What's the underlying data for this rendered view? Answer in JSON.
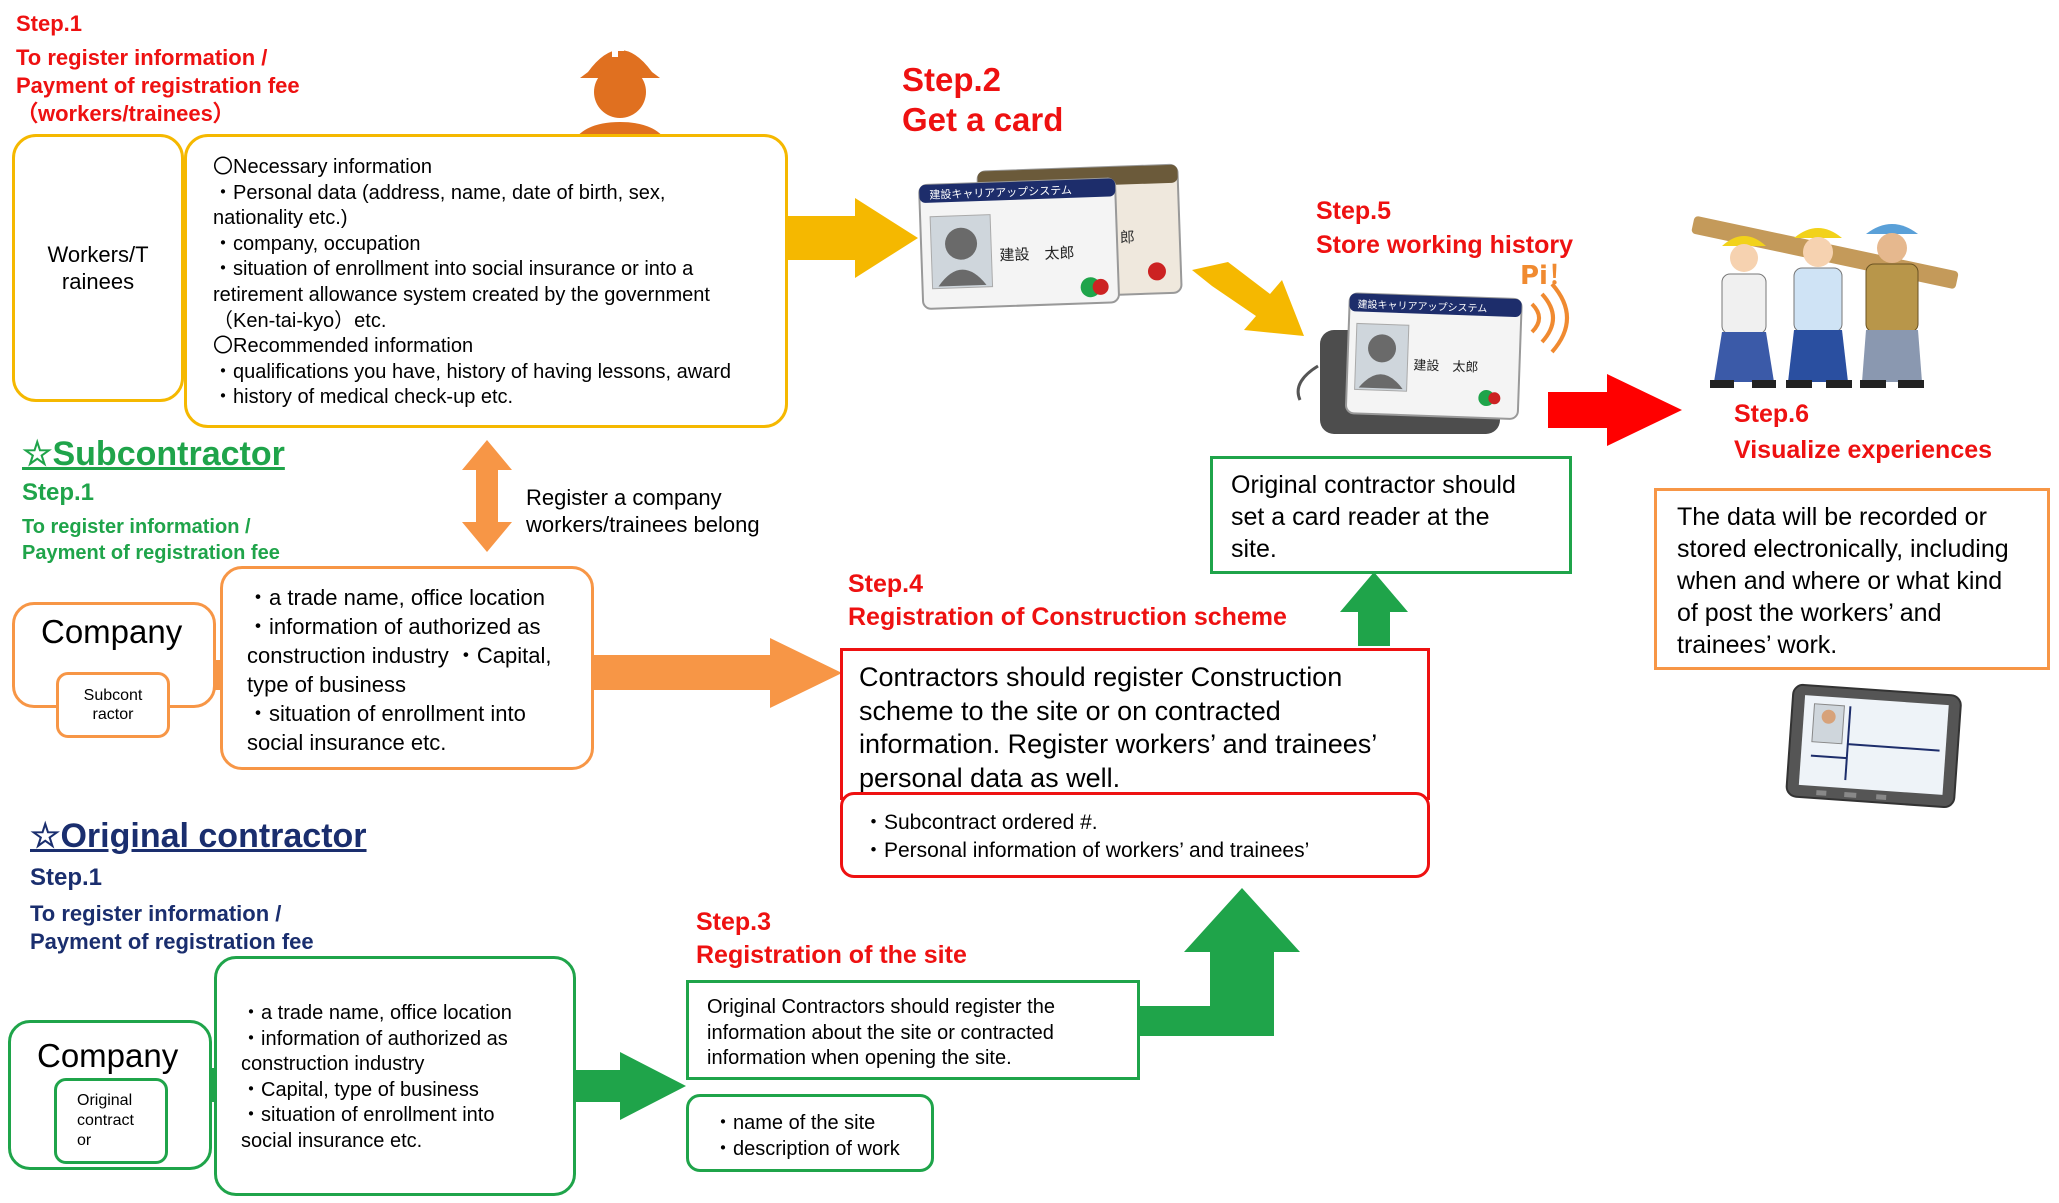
{
  "worker": {
    "step": "Step.1",
    "title_lines": [
      "To register information /",
      "Payment of registration fee",
      "（workers/trainees）"
    ],
    "entity_lines": [
      "Workers/T",
      "rainees"
    ],
    "info_lines": [
      "〇Necessary information",
      "・Personal data (address, name, date of birth, sex,",
      "nationality etc.)",
      "・company, occupation",
      "・situation of enrollment into social insurance or into a",
      "retirement allowance system created by the government",
      "（Ken-tai-kyo）etc.",
      "〇Recommended information",
      "・qualifications you have, history of having lessons, award",
      "・history of medical check-up etc."
    ]
  },
  "subcontractor": {
    "heading": "☆Subcontractor",
    "step": "Step.1",
    "title_lines": [
      "To register information /",
      "Payment of registration fee"
    ],
    "link_lines": [
      "Register a company",
      "workers/trainees belong"
    ],
    "company_label": "Company",
    "role_lines": [
      "Subcont",
      "ractor"
    ],
    "info_lines": [
      "・a trade name, office location",
      "・information of authorized as",
      "construction industry ・Capital,",
      "type of business",
      "・situation of enrollment into",
      "social insurance  etc."
    ]
  },
  "original": {
    "heading": "☆Original contractor",
    "step": "Step.1",
    "title_lines": [
      "To register information /",
      "Payment of registration fee"
    ],
    "company_label": "Company",
    "role_lines": [
      "Original",
      "contract",
      "or"
    ],
    "info_lines": [
      "・a trade name, office location",
      "・information of authorized as",
      "construction industry",
      "・Capital, type of business",
      "・situation of enrollment into",
      "social insurance  etc."
    ]
  },
  "step2": {
    "step": "Step.2",
    "title": "Get a card"
  },
  "card": {
    "system_name": "建設キャリアアップシステム",
    "holder_name": "建設　太郎"
  },
  "step3": {
    "step": "Step.3",
    "title": "Registration of the site",
    "desc_lines": [
      "Original Contractors should register the",
      "information about the site or contracted",
      "information when opening the site."
    ],
    "item_lines": [
      "・name of the site",
      "・description of work"
    ]
  },
  "step4": {
    "step": "Step.4",
    "title": "Registration of Construction scheme",
    "desc_lines": [
      "Contractors should register Construction",
      "scheme to the site or on contracted",
      "information. Register workers’ and trainees’",
      "personal data as well."
    ],
    "item_lines": [
      "・Subcontract ordered #.",
      "・Personal information of workers’ and trainees’"
    ]
  },
  "step5": {
    "step": "Step.5",
    "title": "Store working history",
    "beep": "Pi！",
    "note_lines": [
      "Original contractor should",
      "set a card reader at the",
      "site."
    ]
  },
  "step6": {
    "step": "Step.6",
    "title": "Visualize experiences",
    "note_lines": [
      "The data will be recorded or",
      "stored electronically, including",
      "when and where or what kind",
      "of post the workers’ and",
      "trainees’ work."
    ]
  },
  "colors": {
    "red": "#ee1111",
    "green": "#1fa44a",
    "navy": "#1a2e6e",
    "yellow": "#f5b800",
    "orange_arrow": "#f79646",
    "worker_orange": "#e07020"
  }
}
